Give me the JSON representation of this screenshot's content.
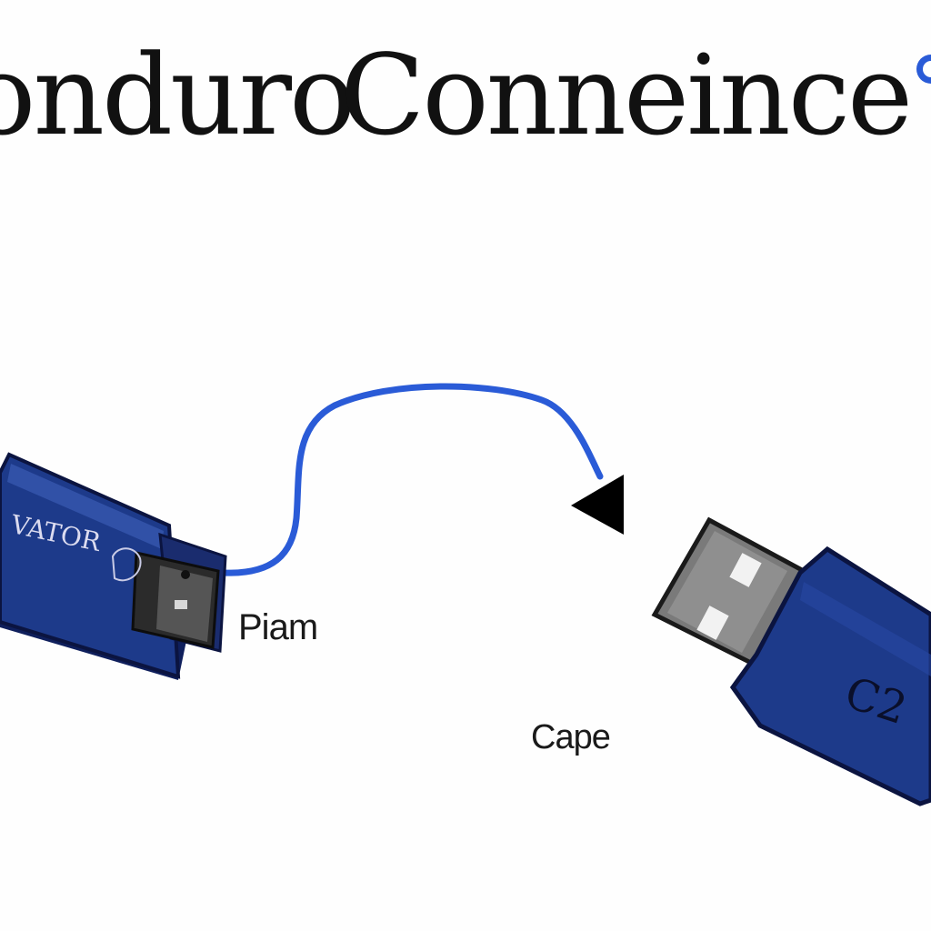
{
  "title": {
    "left_word": "onduro",
    "right_word": "Conneince P"
  },
  "labels": {
    "left": "Piam",
    "right": "Cape"
  },
  "left_device": {
    "marking": "VATOR"
  },
  "right_device": {
    "marking": "C2"
  },
  "colors": {
    "device_blue": "#1d3a8a",
    "device_blue_dark": "#0f1f5c",
    "cable_blue": "#2a5bd7",
    "plug_metal": "#8a8a8a",
    "arrow": "#000000"
  },
  "icons": {
    "arrow": "arrow-left-triangle-icon",
    "corner": "blue-dot-icon"
  }
}
